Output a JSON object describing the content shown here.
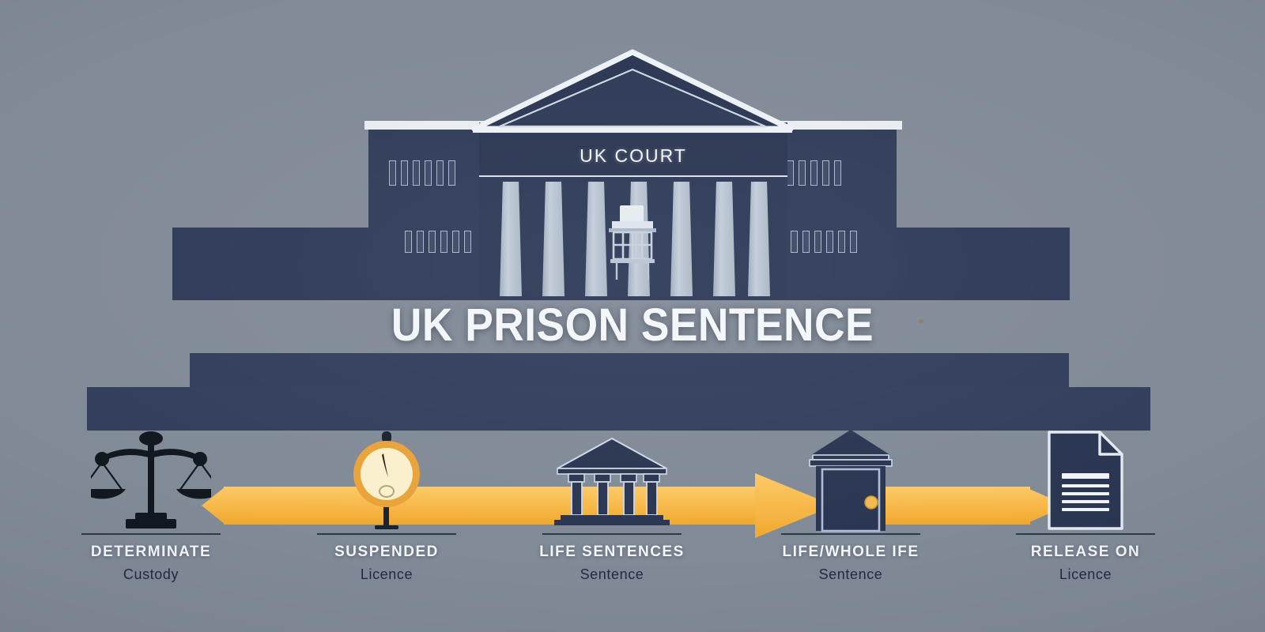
{
  "poster": {
    "headline": "UK PRISON SENTENCE",
    "court_sign": "UK COURT",
    "background_color": "#818a97",
    "navy_color": "#2f3b58",
    "accent_color": "#f7b944",
    "light_color": "#eef2f6"
  },
  "timeline": {
    "arrow_color": "#f7b944",
    "stages": [
      {
        "icon": "scales-of-justice-icon",
        "label": "DETERMINATE",
        "sublabel": "Custody"
      },
      {
        "icon": "pocket-watch-icon",
        "label": "SUSPENDED",
        "sublabel": "Licence"
      },
      {
        "icon": "courthouse-icon",
        "label": "LIFE SENTENCES",
        "sublabel": "Sentence"
      },
      {
        "icon": "prison-door-icon",
        "label": "LIFE/WHOLE IFE",
        "sublabel": "Sentence"
      },
      {
        "icon": "document-icon",
        "label": "RELEASE ON",
        "sublabel": "Licence"
      }
    ]
  }
}
